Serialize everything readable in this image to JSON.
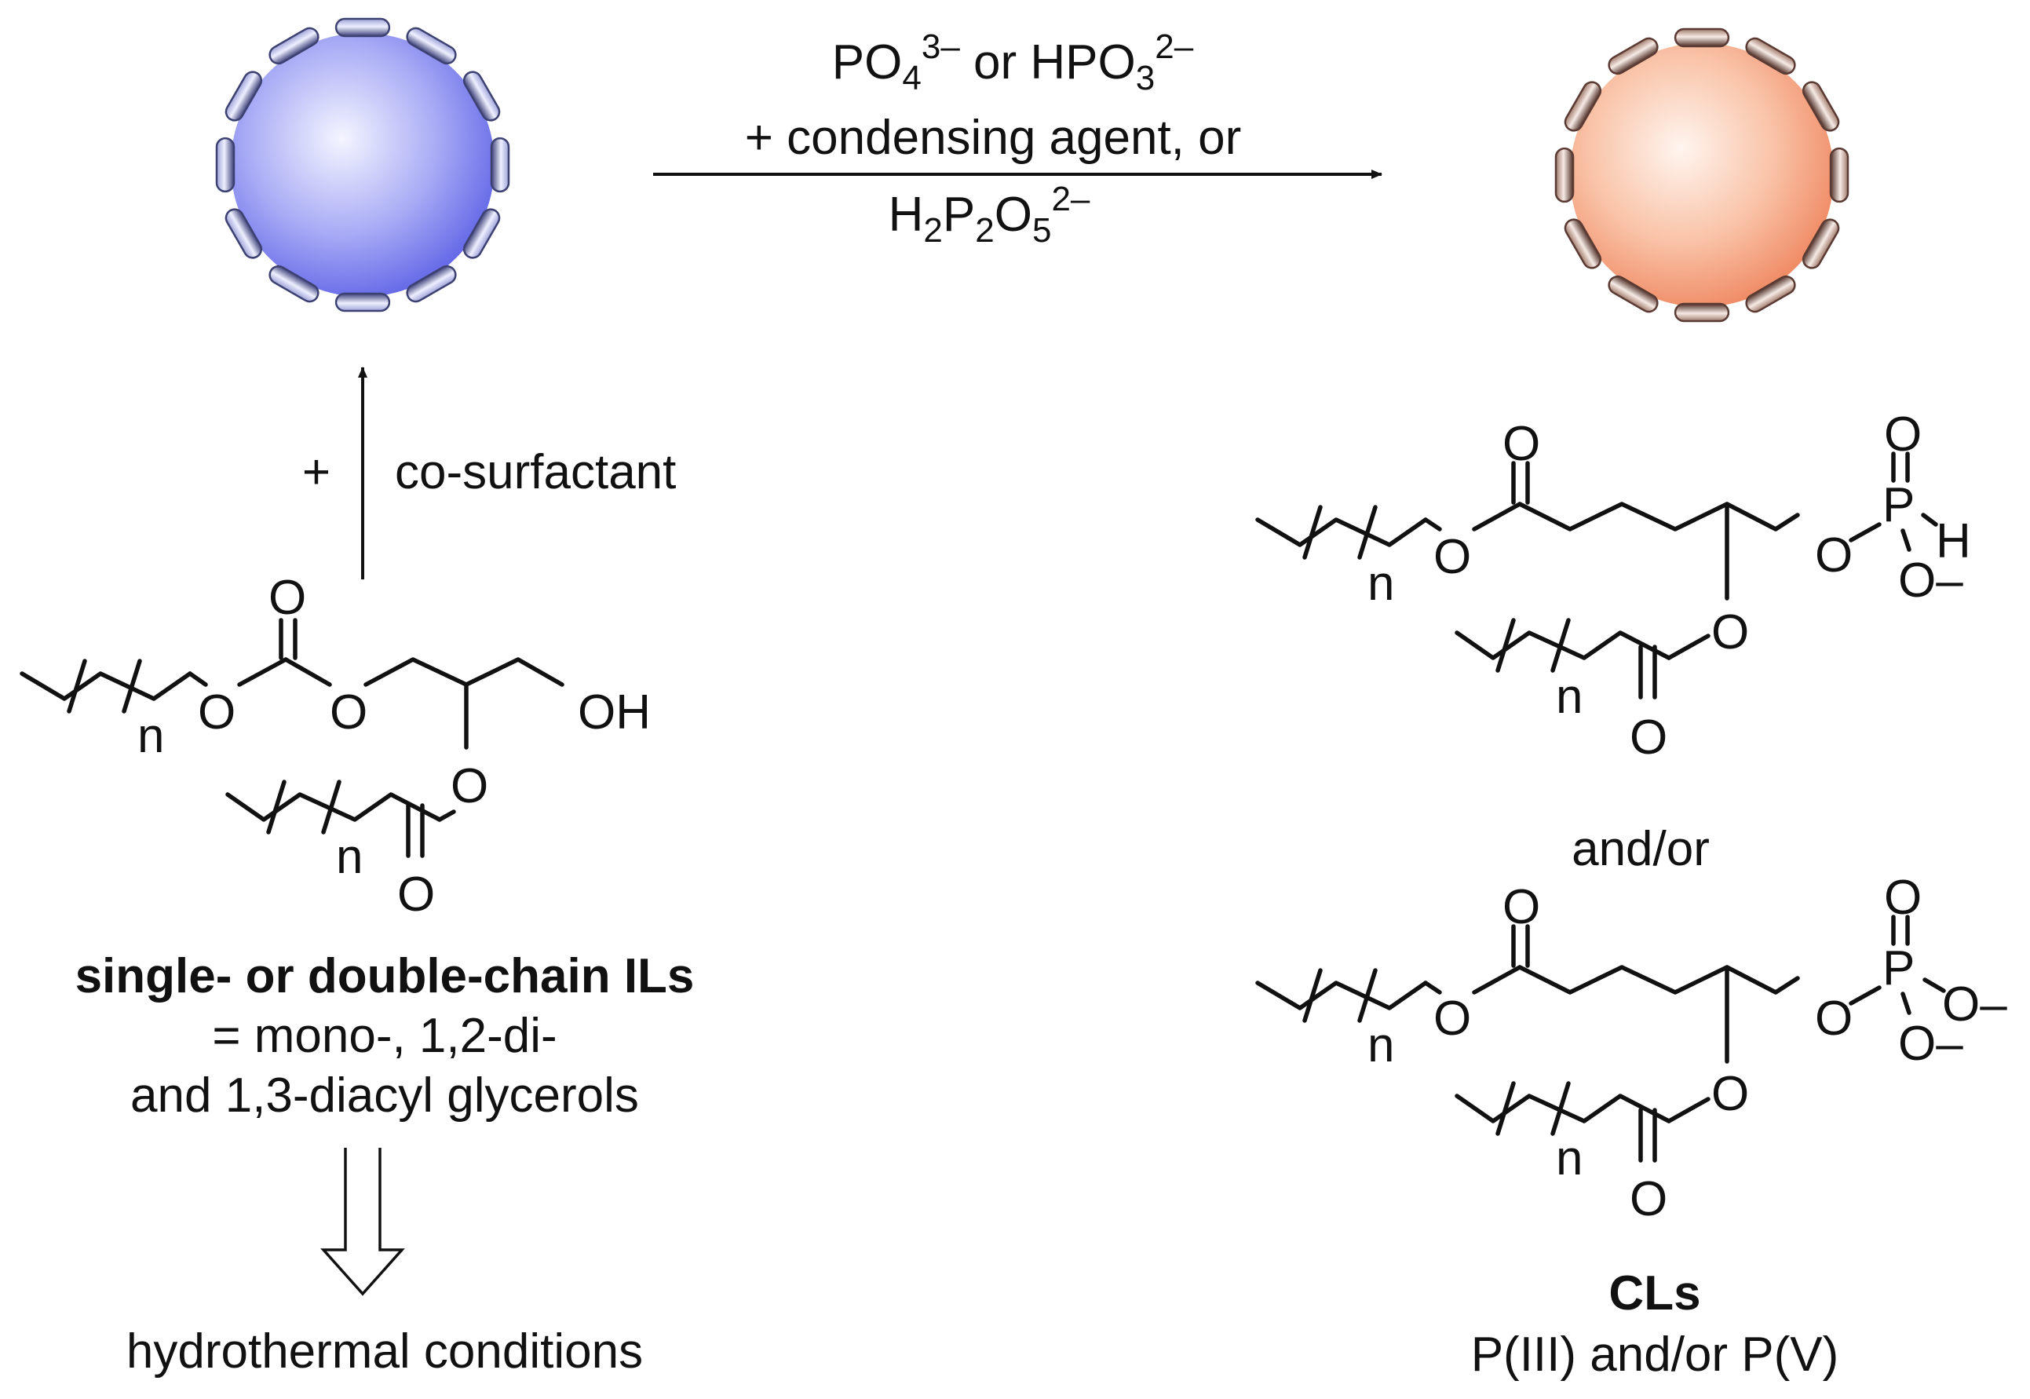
{
  "reaction": {
    "line1_main": "PO",
    "line1_sub": "4",
    "line1_sup": "3–",
    "line1_mid": " or HPO",
    "line1_sub2": "3",
    "line1_sup2": "2–",
    "line2": "+ condensing agent, or",
    "line3_h": "H",
    "line3_sub1": "2",
    "line3_p": "P",
    "line3_sub2": "2",
    "line3_o": "O",
    "line3_sub3": "5",
    "line3_sup": "2–"
  },
  "cosurfactant": {
    "plus": "+",
    "label": "co-surfactant"
  },
  "left_caption": {
    "title": "single- or double-chain ILs",
    "line2": "= mono-, 1,2-di-",
    "line3": "and 1,3-diacyl glycerols"
  },
  "hydrothermal": "hydrothermal conditions",
  "and_or": "and/or",
  "right_caption": {
    "title": "CLs",
    "line2": "P(III) and/or P(V)"
  },
  "atoms": {
    "O": "O",
    "OH": "OH",
    "n": "n",
    "P": "P",
    "H": "H",
    "O_minus": "O–"
  },
  "colors": {
    "left_vesicle": "#6f73ee",
    "left_membrane": "#3d4172",
    "right_vesicle": "#f39a7a",
    "right_membrane": "#5a3a32"
  }
}
